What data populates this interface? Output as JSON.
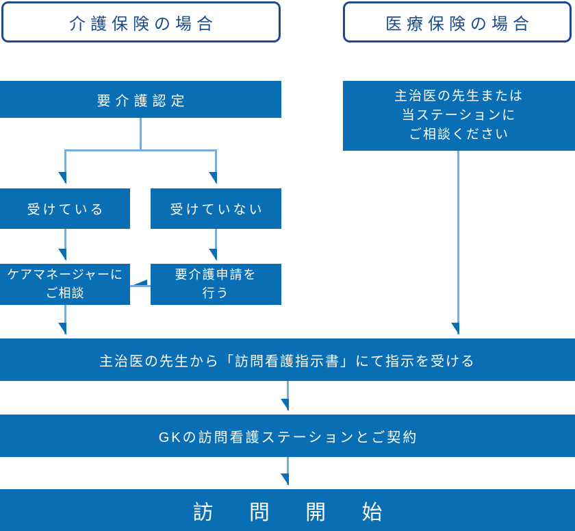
{
  "colors": {
    "box_fill_blue": "#0a6eb4",
    "connector_light_blue": "#7aadd9",
    "arrowhead_blue": "#0a6eb4",
    "header_navy": "#1c4b8e",
    "box_text_white": "#ffffff",
    "background": "#ffffff"
  },
  "headers": {
    "care_insurance": "介護保険の場合",
    "medical_insurance": "医療保険の場合"
  },
  "care_flow": {
    "certification": "要介護認定",
    "certified": "受けている",
    "not_certified": "受けていない",
    "care_manager": {
      "lines": [
        "ケアマネージャーに",
        "ご相談"
      ]
    },
    "apply": {
      "lines": [
        "要介護申請を",
        "行う"
      ]
    }
  },
  "medical_flow": {
    "consult": {
      "lines": [
        "主治医の先生または",
        "当ステーションに",
        "ご相談ください"
      ]
    }
  },
  "common_flow": {
    "doctor_instruction": "主治医の先生から「訪問看護指示書」にて指示を受ける",
    "contract": "GKの訪問看護ステーションとご契約",
    "visit_start": "訪 問 開 始"
  }
}
